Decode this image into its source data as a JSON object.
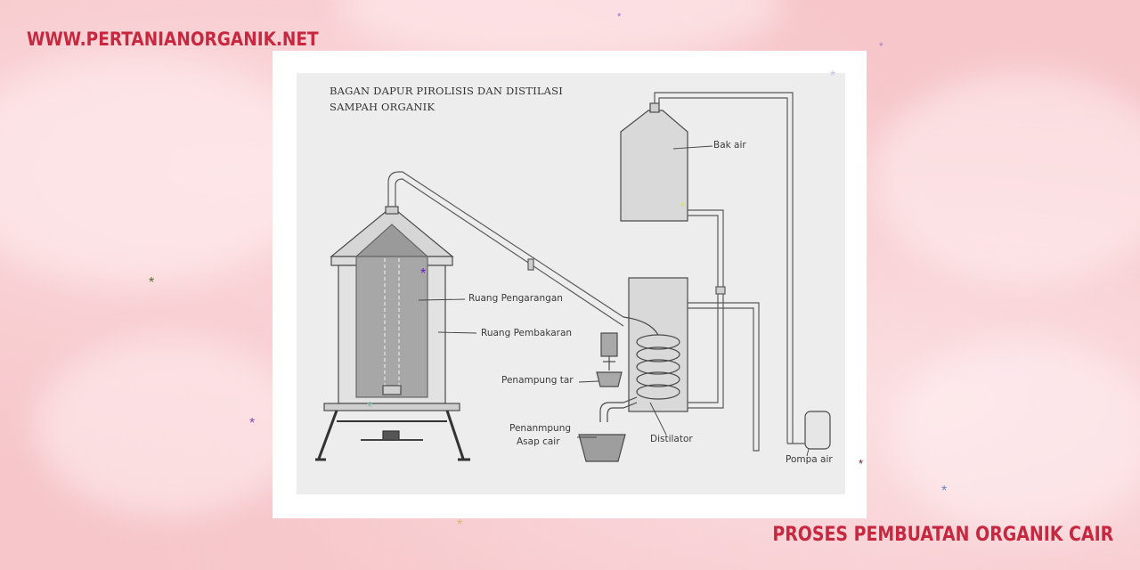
{
  "header": {
    "site_url": "WWW.PERTANIANORGANIK.NET"
  },
  "footer": {
    "title": "PROSES PEMBUATAN ORGANIK CAIR"
  },
  "diagram": {
    "title_line1": "BAGAN DAPUR PIROLISIS DAN DISTILASI",
    "title_line2": "SAMPAH ORGANIK",
    "labels": {
      "bak_air": "Bak air",
      "ruang_pengarangan": "Ruang Pengarangan",
      "ruang_pembakaran": "Ruang Pembakaran",
      "penampung_tar": "Penampung tar",
      "penampung_asap_line1": "Penanmpung",
      "penampung_asap_line2": "Asap cair",
      "distilator": "Distilator",
      "pompa_air": "Pompa air"
    }
  },
  "colors": {
    "accent": "#c7283f",
    "background": "#f6c6ca"
  }
}
